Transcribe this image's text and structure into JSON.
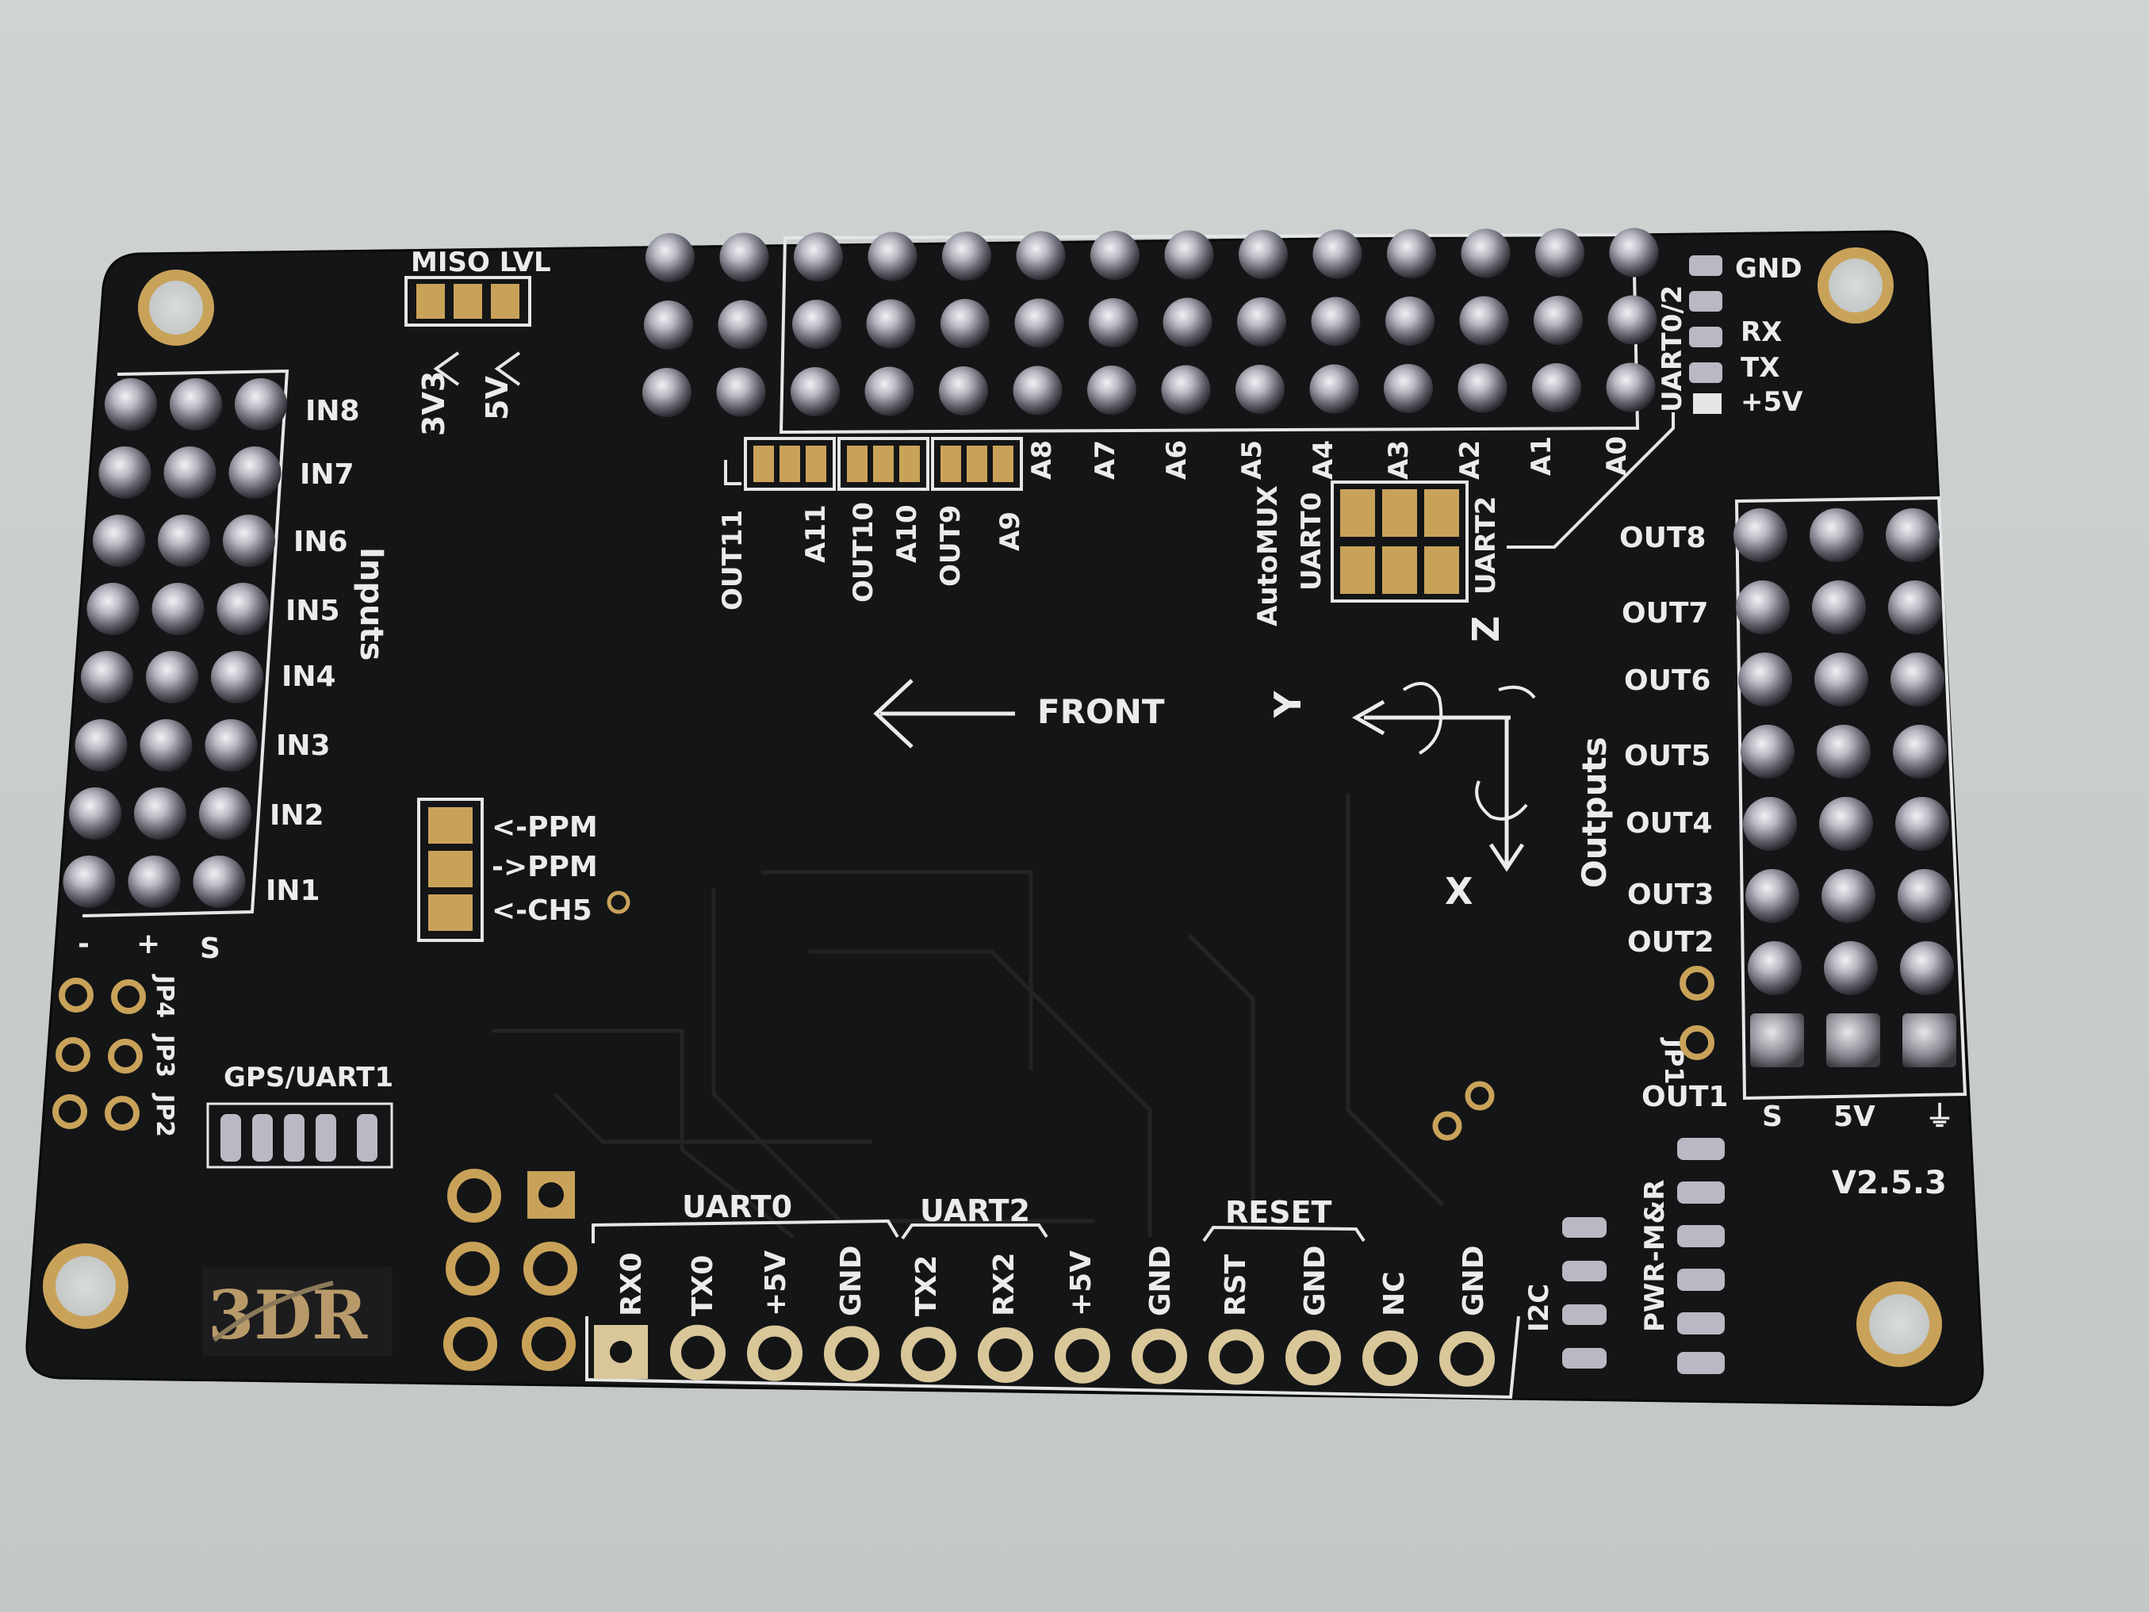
{
  "board": {
    "pcb_color": "#141516",
    "silk_color": "#e9ebec",
    "pad_color": "#c9a25a",
    "version": "V2.5.3",
    "brand": "3DR",
    "top_jumper_label": "MISO LVL",
    "voltage_labels": [
      "3V3",
      "5V"
    ],
    "analog_labels": [
      "A8",
      "A7",
      "A6",
      "A5",
      "A4",
      "A3",
      "A2",
      "A1",
      "A0"
    ],
    "mux_labels": [
      "OUT11",
      "A11",
      "OUT10",
      "A10",
      "OUT9",
      "A9"
    ],
    "uart_mux": {
      "left": "AutoMUX",
      "top": "UART0",
      "right": "UART2"
    },
    "uart_side_title": "UART0/2",
    "uart_side_pins": [
      "GND",
      "RX",
      "TX",
      "+5V"
    ],
    "inputs_title": "Inputs",
    "input_labels": [
      "IN8",
      "IN7",
      "IN6",
      "IN5",
      "IN4",
      "IN3",
      "IN2",
      "IN1"
    ],
    "input_pin_legend": [
      "-",
      "+",
      "S"
    ],
    "ppm_labels": [
      "<-PPM",
      "->PPM",
      "<-CH5"
    ],
    "front_label": "FRONT",
    "axis_labels": {
      "x": "X",
      "y": "Y",
      "z": "Z"
    },
    "outputs_title": "Outputs",
    "output_labels": [
      "OUT8",
      "OUT7",
      "OUT6",
      "OUT5",
      "OUT4",
      "OUT3",
      "OUT2",
      "OUT1"
    ],
    "output_pin_legend": [
      "S",
      "5V",
      "⏚"
    ],
    "jp1": "JP1",
    "jumpers_left": [
      "JP4",
      "JP3",
      "JP2"
    ],
    "gps_label": "GPS/UART1",
    "header_groups": [
      {
        "title": "UART0",
        "pins": [
          "RX0",
          "TX0",
          "+5V",
          "GND"
        ]
      },
      {
        "title": "UART2",
        "pins": [
          "TX2",
          "RX2"
        ]
      },
      {
        "title": "",
        "pins": [
          "+5V",
          "GND"
        ]
      },
      {
        "title": "RESET",
        "pins": [
          "RST",
          "GND"
        ]
      },
      {
        "title": "",
        "pins": [
          "NC",
          "GND"
        ]
      }
    ],
    "i2c_label": "I2C",
    "pwr_label": "PWR-M&R"
  }
}
